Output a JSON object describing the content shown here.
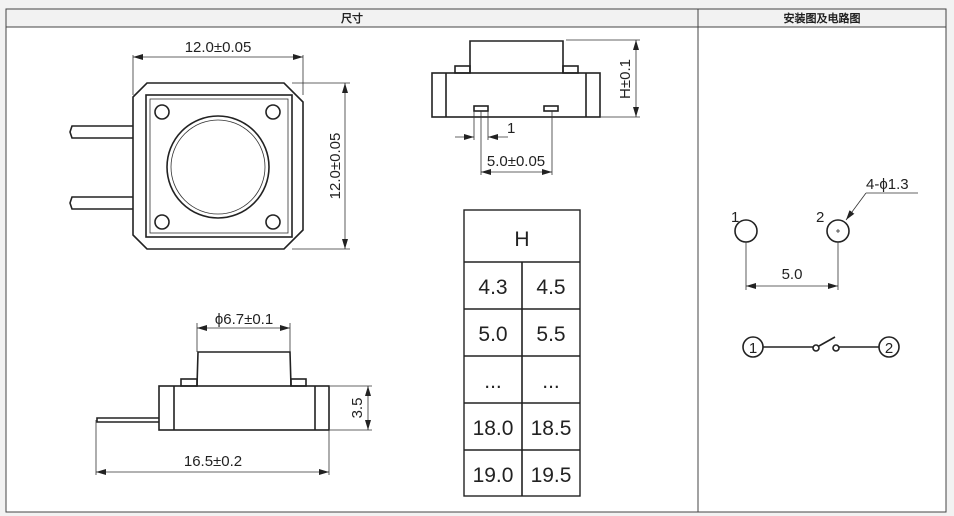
{
  "header": {
    "dimensions": "尺寸",
    "installation": "安装图及电路图"
  },
  "top_view": {
    "width": "12.0±0.05",
    "height": "12.0±0.05"
  },
  "side_view_top": {
    "height": "H±0.1",
    "pin_width": "1",
    "pin_pitch": "5.0±0.05"
  },
  "side_view_bottom": {
    "button_diameter": "ϕ6.7±0.1",
    "body_height": "3.5",
    "total_length": "16.5±0.2"
  },
  "height_table": {
    "header": "H",
    "rows": [
      [
        "4.3",
        "4.5"
      ],
      [
        "5.0",
        "5.5"
      ],
      [
        "...",
        "..."
      ],
      [
        "18.0",
        "18.5"
      ],
      [
        "19.0",
        "19.5"
      ]
    ]
  },
  "install": {
    "pin1": "1",
    "pin2": "2",
    "hole_spec": "4-ϕ1.3",
    "spacing": "5.0",
    "circuit_node1": "1",
    "circuit_node2": "2"
  }
}
